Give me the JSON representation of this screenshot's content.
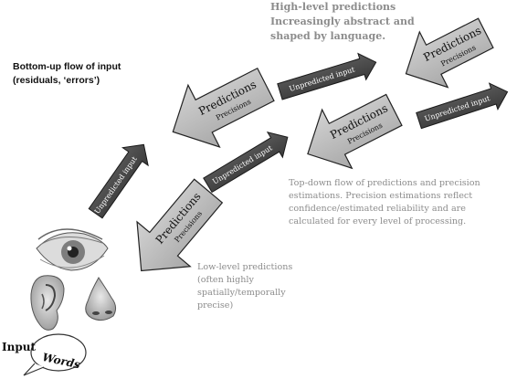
{
  "labels": {
    "high_level": {
      "title": "High-level predictions",
      "line2": "Increasingly abstract and",
      "line3": "shaped by language."
    },
    "bottom_up": {
      "line1": "Bottom-up flow of input",
      "line2": "(residuals, ‘errors’)"
    },
    "top_down": {
      "line1": "Top-down flow of predictions and precision",
      "line2": "estimations. Precision estimations reflect",
      "line3": "confidence/estimated reliability and are",
      "line4": "calculated for every level of processing."
    },
    "low_level": {
      "line1": "Low-level predictions",
      "line2": "(often highly",
      "line3": "spatially/temporally",
      "line4": "precise)"
    },
    "input": "Input",
    "words": "Words"
  },
  "prediction_arrows": [
    {
      "title": "Predictions",
      "subtitle": "Precisions",
      "level": "high"
    },
    {
      "title": "Predictions",
      "subtitle": "Precisions",
      "level": "upper-middle"
    },
    {
      "title": "Predictions",
      "subtitle": "Precisions",
      "level": "lower-middle"
    },
    {
      "title": "Predictions",
      "subtitle": "Precisions",
      "level": "low"
    }
  ],
  "input_arrows": [
    {
      "label": "Unpredicted input"
    },
    {
      "label": "Unpredicted input"
    },
    {
      "label": "Unpredicted input"
    },
    {
      "label": "Unpredicted input"
    }
  ],
  "colors": {
    "prediction_fill": "#b9b9b9",
    "input_fill": "#4a4a4a",
    "gray_text": "#8c8c8c"
  },
  "icons": [
    "eye-icon",
    "ear-icon",
    "nose-icon",
    "speech-bubble-icon"
  ]
}
